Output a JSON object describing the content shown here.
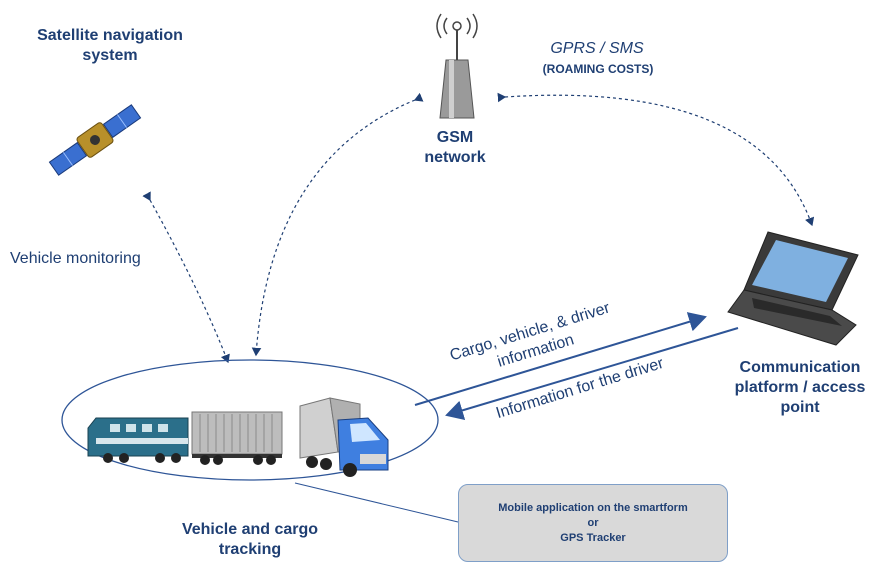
{
  "labels": {
    "satellite": [
      "Satellite navigation",
      "system"
    ],
    "gsm": [
      "GSM",
      "network"
    ],
    "gprs": "GPRS / SMS",
    "roaming": "(ROAMING COSTS)",
    "vehicle_monitoring": "Vehicle monitoring",
    "cargo_info": [
      "Cargo, vehicle, & driver",
      "information"
    ],
    "driver_info": "Information for the driver",
    "platform": [
      "Communication",
      "platform / access",
      "point"
    ],
    "tracking": [
      "Vehicle and cargo",
      "tracking"
    ]
  },
  "callout": {
    "line1": "Mobile application on the smartform",
    "line2": "or",
    "line3": "GPS Tracker"
  },
  "colors": {
    "text": "#1f3f73",
    "arrow": "#2e5597",
    "dashed": "#1f3f73"
  },
  "icons": [
    "satellite-icon",
    "antenna-icon",
    "laptop-icon",
    "train-icon",
    "container-icon",
    "truck-icon"
  ]
}
